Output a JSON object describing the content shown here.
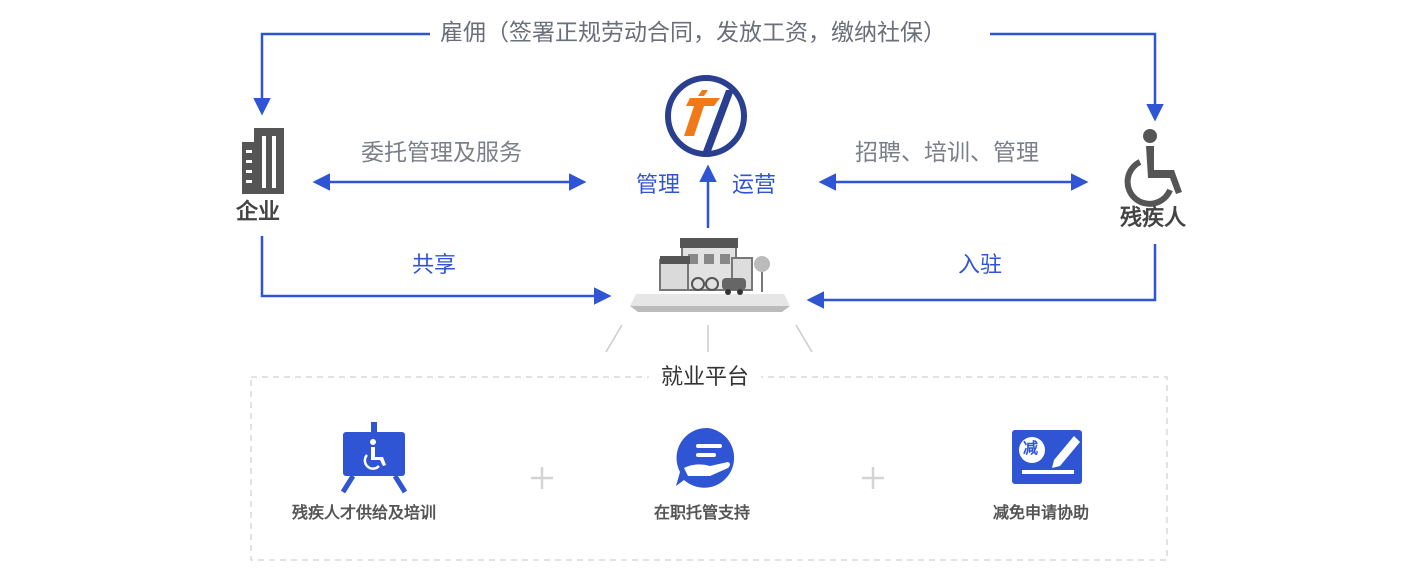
{
  "labels": {
    "top": "雇佣（签署正规劳动合同，发放工资，缴纳社保）",
    "left_upper": "委托管理及服务",
    "right_upper": "招聘、培训、管理",
    "mgmt": "管理",
    "ops": "运营",
    "left_lower": "共享",
    "right_lower": "入驻",
    "platform": "就业平台"
  },
  "nodes": {
    "enterprise": "企业",
    "disabled": "残疾人"
  },
  "services": [
    {
      "label": "残疾人才供给及培训",
      "icon": "wheelchair-board-icon"
    },
    {
      "label": "在职托管支持",
      "icon": "hand-support-icon"
    },
    {
      "label": "减免申请协助",
      "icon": "tax-reduction-icon",
      "badge": "减"
    }
  ],
  "colors": {
    "blue": "#2f55d4",
    "dark_blue": "#2a3f8f",
    "orange": "#f07a1a",
    "icon_grey": "#555555"
  }
}
